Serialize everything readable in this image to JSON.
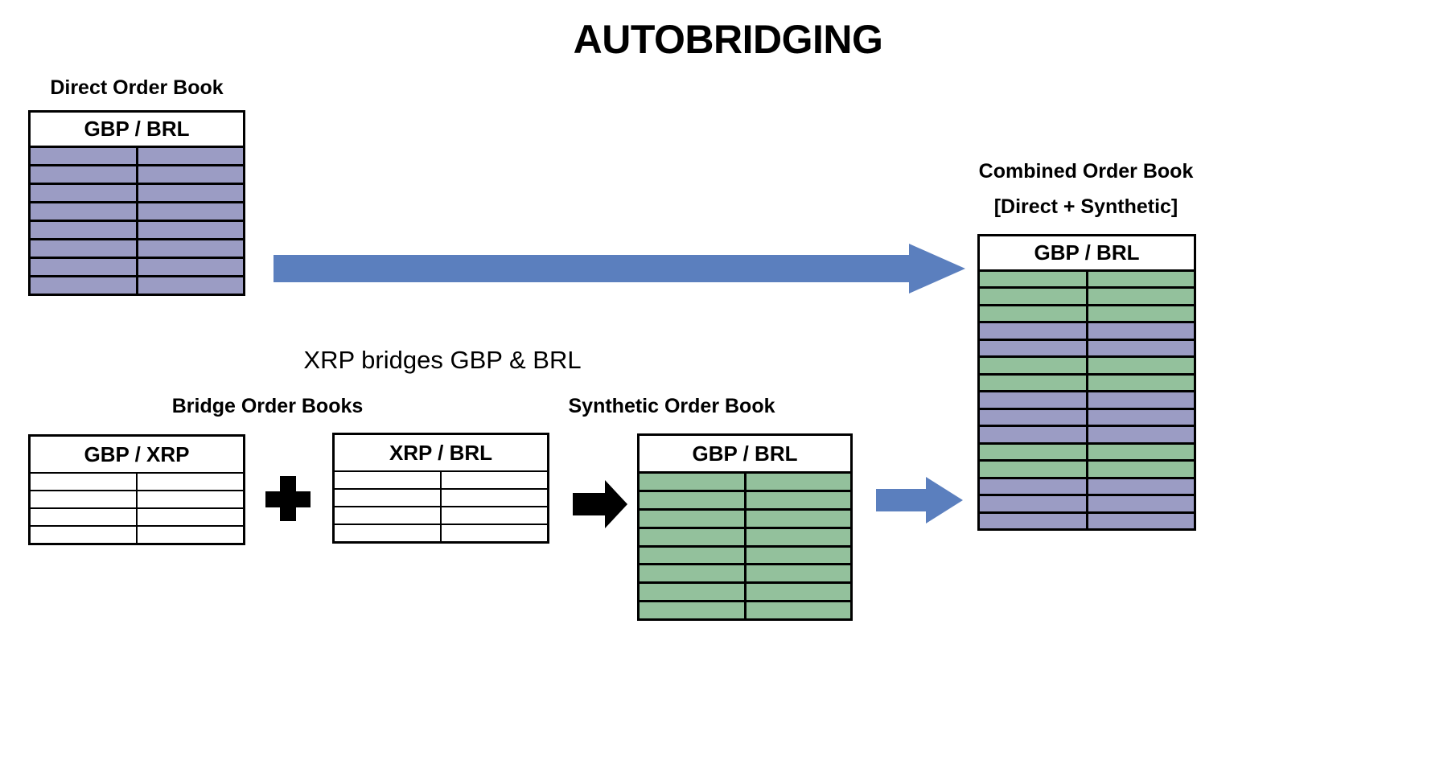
{
  "title": "AUTOBRIDGING",
  "colors": {
    "purple_row": "#9b9cc4",
    "green_row": "#93c19c",
    "blue_arrow": "#5b7fbe",
    "black_arrow": "#000000",
    "border": "#000000",
    "background": "#ffffff"
  },
  "direct_book": {
    "label": "Direct Order Book",
    "header": "GBP / BRL",
    "columns": 2,
    "rows": [
      {
        "fill": "purple"
      },
      {
        "fill": "purple"
      },
      {
        "fill": "purple"
      },
      {
        "fill": "purple"
      },
      {
        "fill": "purple"
      },
      {
        "fill": "purple"
      },
      {
        "fill": "purple"
      },
      {
        "fill": "purple"
      }
    ]
  },
  "bridge_section": {
    "heading": "XRP bridges GBP & BRL",
    "label": "Bridge Order Books",
    "operator": "+",
    "books": [
      {
        "header": "GBP / XRP",
        "columns": 2,
        "rows": [
          {
            "fill": "white"
          },
          {
            "fill": "white"
          },
          {
            "fill": "white"
          },
          {
            "fill": "white"
          }
        ]
      },
      {
        "header": "XRP / BRL",
        "columns": 2,
        "rows": [
          {
            "fill": "white"
          },
          {
            "fill": "white"
          },
          {
            "fill": "white"
          },
          {
            "fill": "white"
          }
        ]
      }
    ]
  },
  "synthetic_book": {
    "label": "Synthetic Order Book",
    "header": "GBP / BRL",
    "columns": 2,
    "rows": [
      {
        "fill": "green"
      },
      {
        "fill": "green"
      },
      {
        "fill": "green"
      },
      {
        "fill": "green"
      },
      {
        "fill": "green"
      },
      {
        "fill": "green"
      },
      {
        "fill": "green"
      },
      {
        "fill": "green"
      }
    ]
  },
  "combined_book": {
    "label_line1": "Combined Order Book",
    "label_line2": "[Direct + Synthetic]",
    "header": "GBP / BRL",
    "columns": 2,
    "rows": [
      {
        "fill": "green"
      },
      {
        "fill": "green"
      },
      {
        "fill": "green"
      },
      {
        "fill": "purple"
      },
      {
        "fill": "purple"
      },
      {
        "fill": "green"
      },
      {
        "fill": "green"
      },
      {
        "fill": "purple"
      },
      {
        "fill": "purple"
      },
      {
        "fill": "purple"
      },
      {
        "fill": "green"
      },
      {
        "fill": "green"
      },
      {
        "fill": "purple"
      },
      {
        "fill": "purple"
      },
      {
        "fill": "purple"
      }
    ]
  },
  "arrows": [
    {
      "name": "direct-to-combined",
      "style": "blue",
      "direction": "right"
    },
    {
      "name": "bridge-to-synthetic",
      "style": "black",
      "direction": "right"
    },
    {
      "name": "synthetic-to-combined",
      "style": "blue",
      "direction": "right"
    }
  ]
}
